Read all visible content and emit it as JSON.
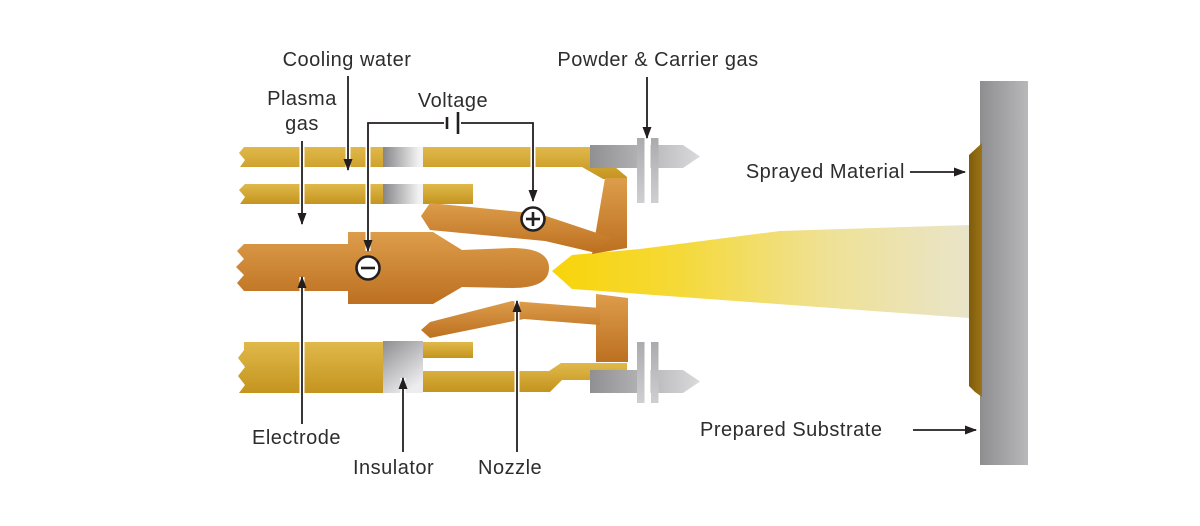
{
  "labels": {
    "cooling_water": "Cooling water",
    "plasma_gas": "Plasma\ngas",
    "voltage": "Voltage",
    "powder_carrier_gas": "Powder & Carrier gas",
    "sprayed_material": "Sprayed Material",
    "prepared_substrate": "Prepared Substrate",
    "electrode": "Electrode",
    "insulator": "Insulator",
    "nozzle": "Nozzle"
  },
  "icons": {
    "positive_terminal": "plus-in-circle",
    "negative_terminal": "minus-in-circle",
    "battery": "battery-cell-symbol",
    "arrows": "label-pointer-arrows"
  },
  "colors": {
    "gold_light": "#E0B94B",
    "gold_dark": "#C4941E",
    "copper_light": "#DD9D4B",
    "copper_dark": "#BC7020",
    "insulator_gray_dark": "#868688",
    "insulator_gray_light": "#F2F2F2",
    "injector_gray_dark": "#909092",
    "injector_gray_light": "#DADADC",
    "substrate_gray_dark": "#8E8E90",
    "substrate_gray_light": "#B8B8BA",
    "coating_brown": "#8A640E",
    "jet_yellow": "#F8D40A",
    "jet_fade": "#E9E4C9",
    "text": "#2D2D2D",
    "line": "#231F20"
  }
}
